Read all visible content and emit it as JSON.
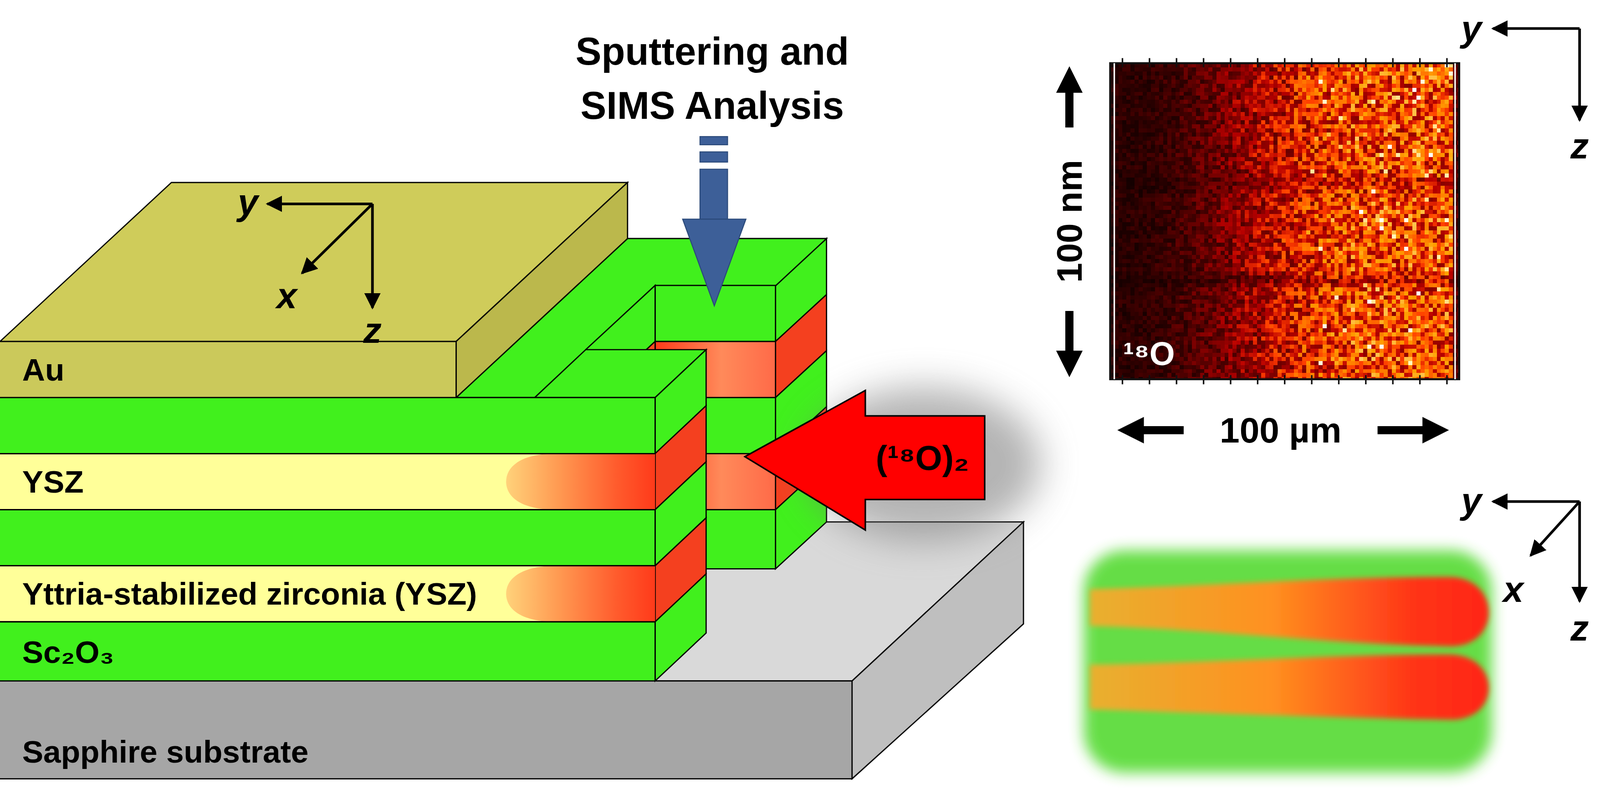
{
  "diagram": {
    "nodes": [
      {
        "text": [
          "Au"
        ]
      },
      {
        "text": [
          "YSZ"
        ]
      },
      {
        "text": [
          "Yttria-stabilized zirconia (YSZ)"
        ]
      },
      {
        "text": [
          "Sc₂O₃"
        ]
      },
      {
        "text": [
          "Sapphire substrate"
        ]
      },
      {
        "text": [
          "(¹⁸O)₂"
        ]
      }
    ],
    "labels": [
      "Sputtering and SIMS Analysis",
      "y",
      "x",
      "z",
      "y",
      "z",
      "100 nm",
      "100 µm",
      "¹⁸O",
      "y",
      "x",
      "z"
    ]
  }
}
